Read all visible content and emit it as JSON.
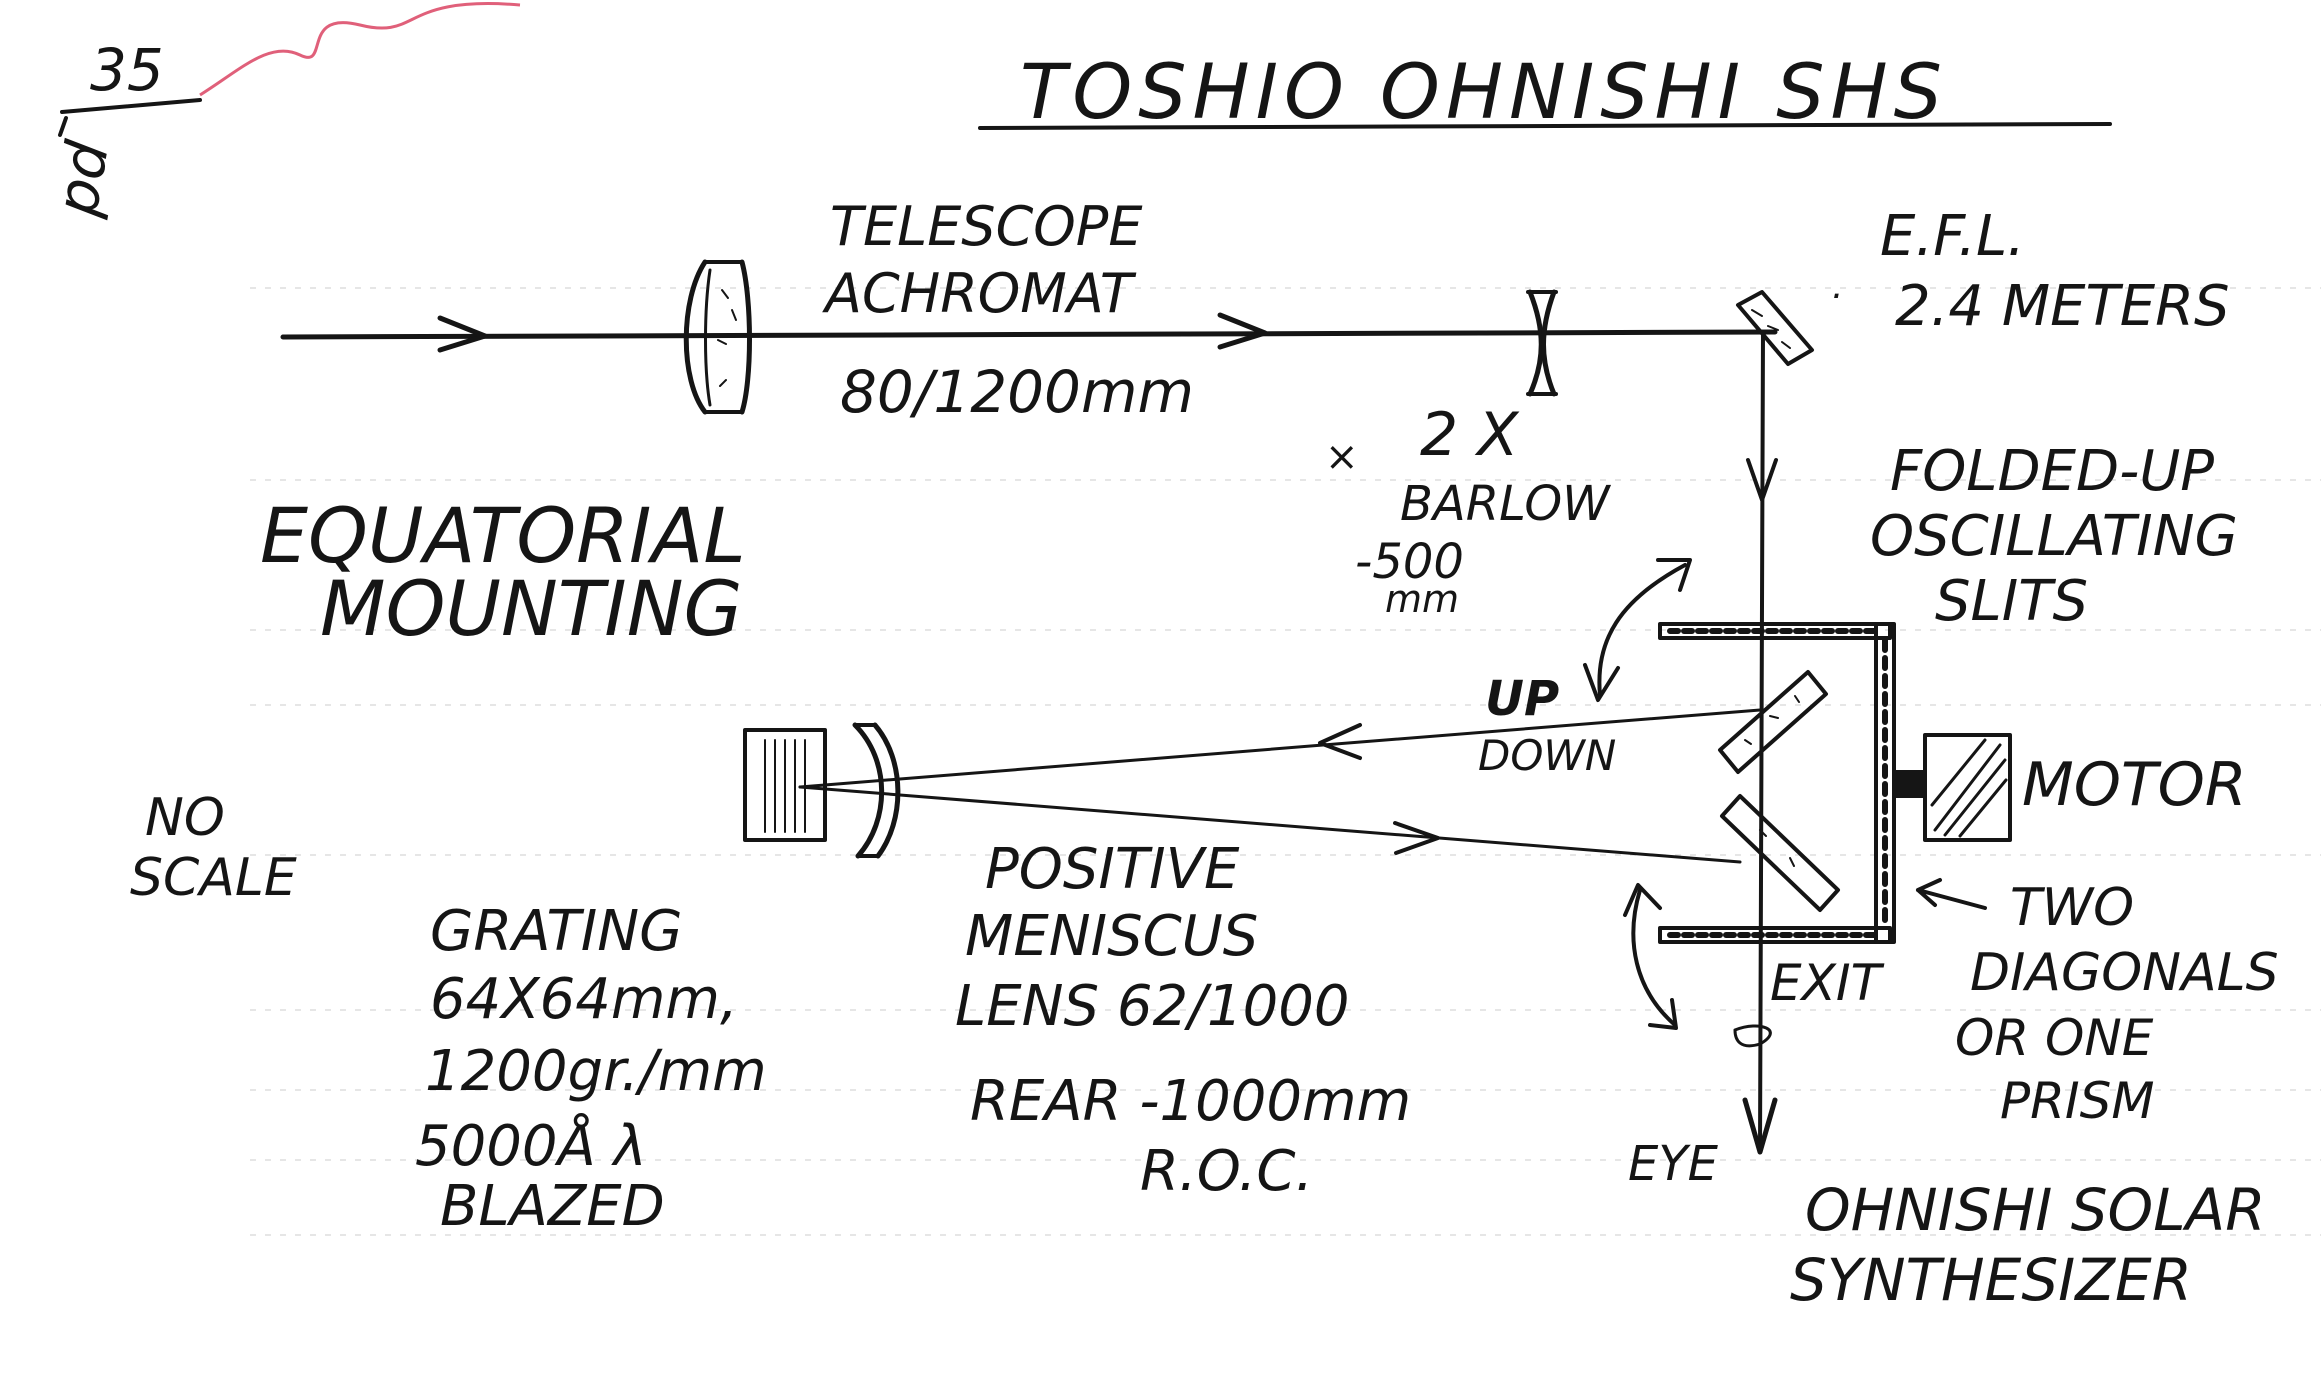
{
  "title": "TOSHIO OHNISHI SHS",
  "margin_note": {
    "text": "35",
    "letters": "pd",
    "color": "#e0607a"
  },
  "ink_color": "#151515",
  "labels": {
    "telescope": [
      "TELESCOPE",
      "ACHROMAT",
      "80/1200mm"
    ],
    "efl": [
      "E.F.L.",
      "2.4 METERS"
    ],
    "barlow": [
      "2 X",
      "BARLOW",
      "-500",
      "mm"
    ],
    "mounting": [
      "EQUATORIAL",
      "MOUNTING"
    ],
    "slits": [
      "FOLDED-UP",
      "OSCILLATING",
      "SLITS"
    ],
    "updown": [
      "UP",
      "DOWN"
    ],
    "motor": "MOTOR",
    "noscale": [
      "NO",
      "SCALE"
    ],
    "grating": [
      "GRATING",
      "64X64mm,",
      "1200gr./mm",
      "5000Å λ",
      "BLAZED"
    ],
    "meniscus": [
      "POSITIVE",
      "MENISCUS",
      "LENS 62/1000",
      "REAR -1000mm",
      "R.O.C."
    ],
    "exit": "EXIT",
    "diagonals": [
      "TWO",
      "DIAGONALS",
      "OR ONE",
      "PRISM"
    ],
    "eye": "EYE",
    "synth": [
      "OHNISHI SOLAR",
      "SYNTHESIZER"
    ]
  }
}
